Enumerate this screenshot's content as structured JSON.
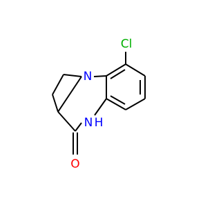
{
  "structure": {
    "atoms": {
      "chlorine": "Cl",
      "ring_nitrogen": "N",
      "amide_nitrogen": "N",
      "amide_hydrogen": "H",
      "carbonyl_oxygen": "O"
    },
    "colors": {
      "bond": "#000000",
      "chlorine": "#00b000",
      "nitrogen": "#0000ff",
      "oxygen": "#ff0000"
    }
  }
}
